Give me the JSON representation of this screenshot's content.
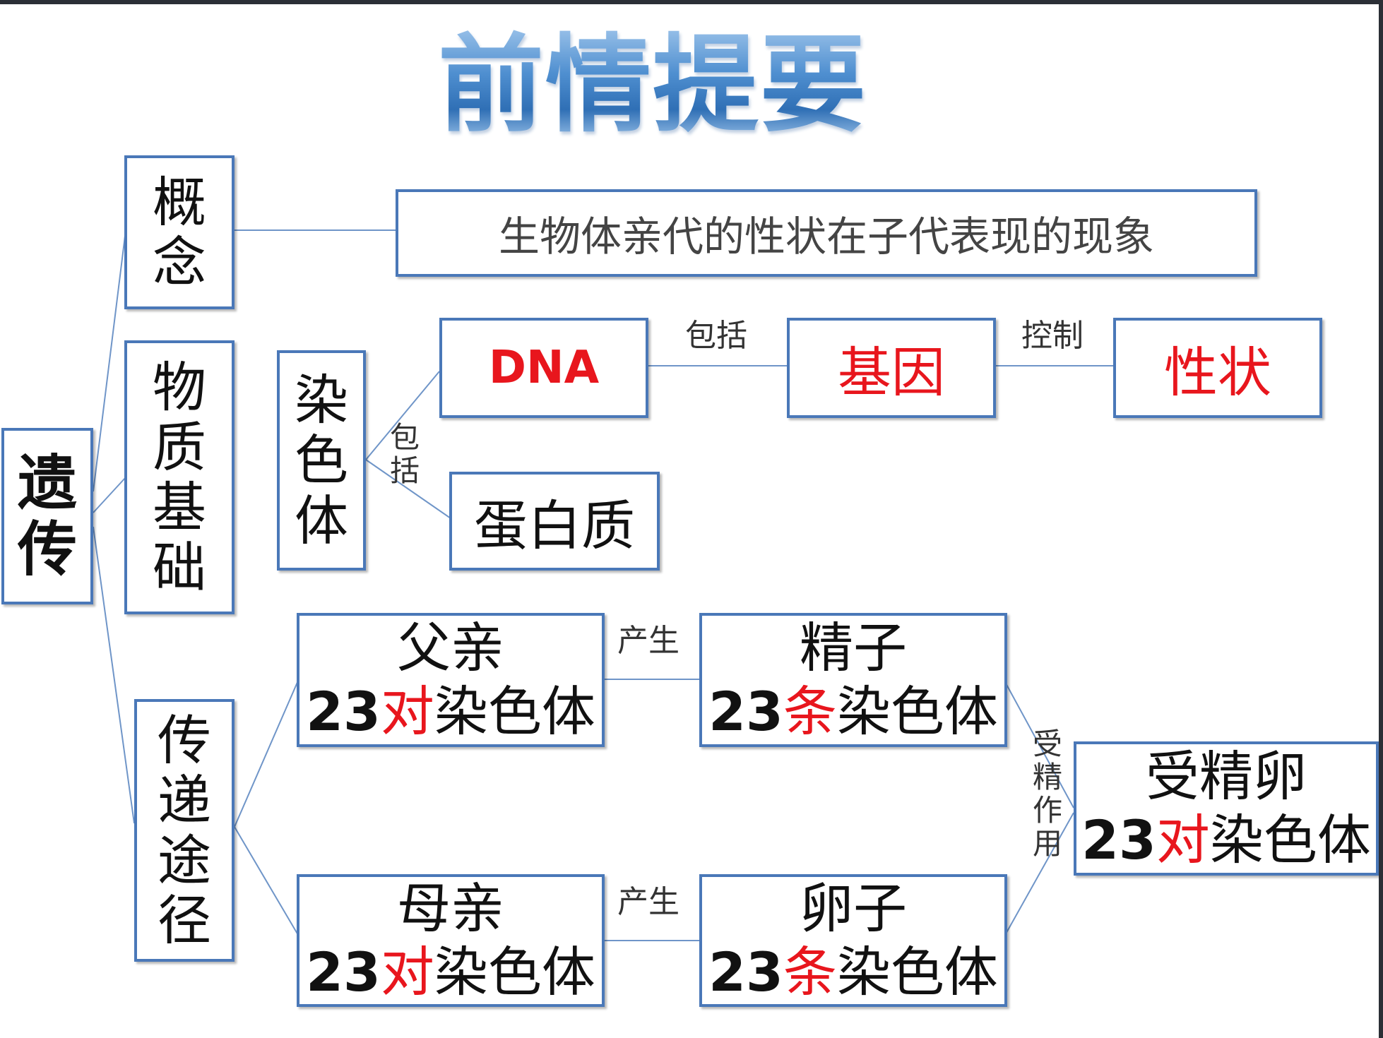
{
  "title": "前情提要",
  "root": {
    "chars": [
      "遗",
      "传"
    ]
  },
  "concept": {
    "label": [
      "概",
      "念"
    ],
    "definition": "生物体亲代的性状在子代表现的现象"
  },
  "material_basis": {
    "label": [
      "物",
      "质",
      "基",
      "础"
    ],
    "chromosome": [
      "染",
      "色",
      "体"
    ],
    "chromosome_edge": [
      "包",
      "括"
    ],
    "dna": "DNA",
    "dna_gene_edge": "包括",
    "gene": "基因",
    "gene_trait_edge": "控制",
    "trait": "性状",
    "protein": "蛋白质"
  },
  "transmission": {
    "label": [
      "传",
      "递",
      "途",
      "径"
    ],
    "father": {
      "name": "父亲",
      "num": "23",
      "unit": "对",
      "tail": "染色体"
    },
    "mother": {
      "name": "母亲",
      "num": "23",
      "unit": "对",
      "tail": "染色体"
    },
    "produce_label_1": "产生",
    "produce_label_2": "产生",
    "sperm": {
      "name": "精子",
      "num": "23",
      "unit": "条",
      "tail": "染色体"
    },
    "egg": {
      "name": "卵子",
      "num": "23",
      "unit": "条",
      "tail": "染色体"
    },
    "fertilization_edge": [
      "受",
      "精",
      "作",
      "用"
    ],
    "zygote": {
      "name": "受精卵",
      "num": "23",
      "unit": "对",
      "tail": "染色体"
    }
  }
}
